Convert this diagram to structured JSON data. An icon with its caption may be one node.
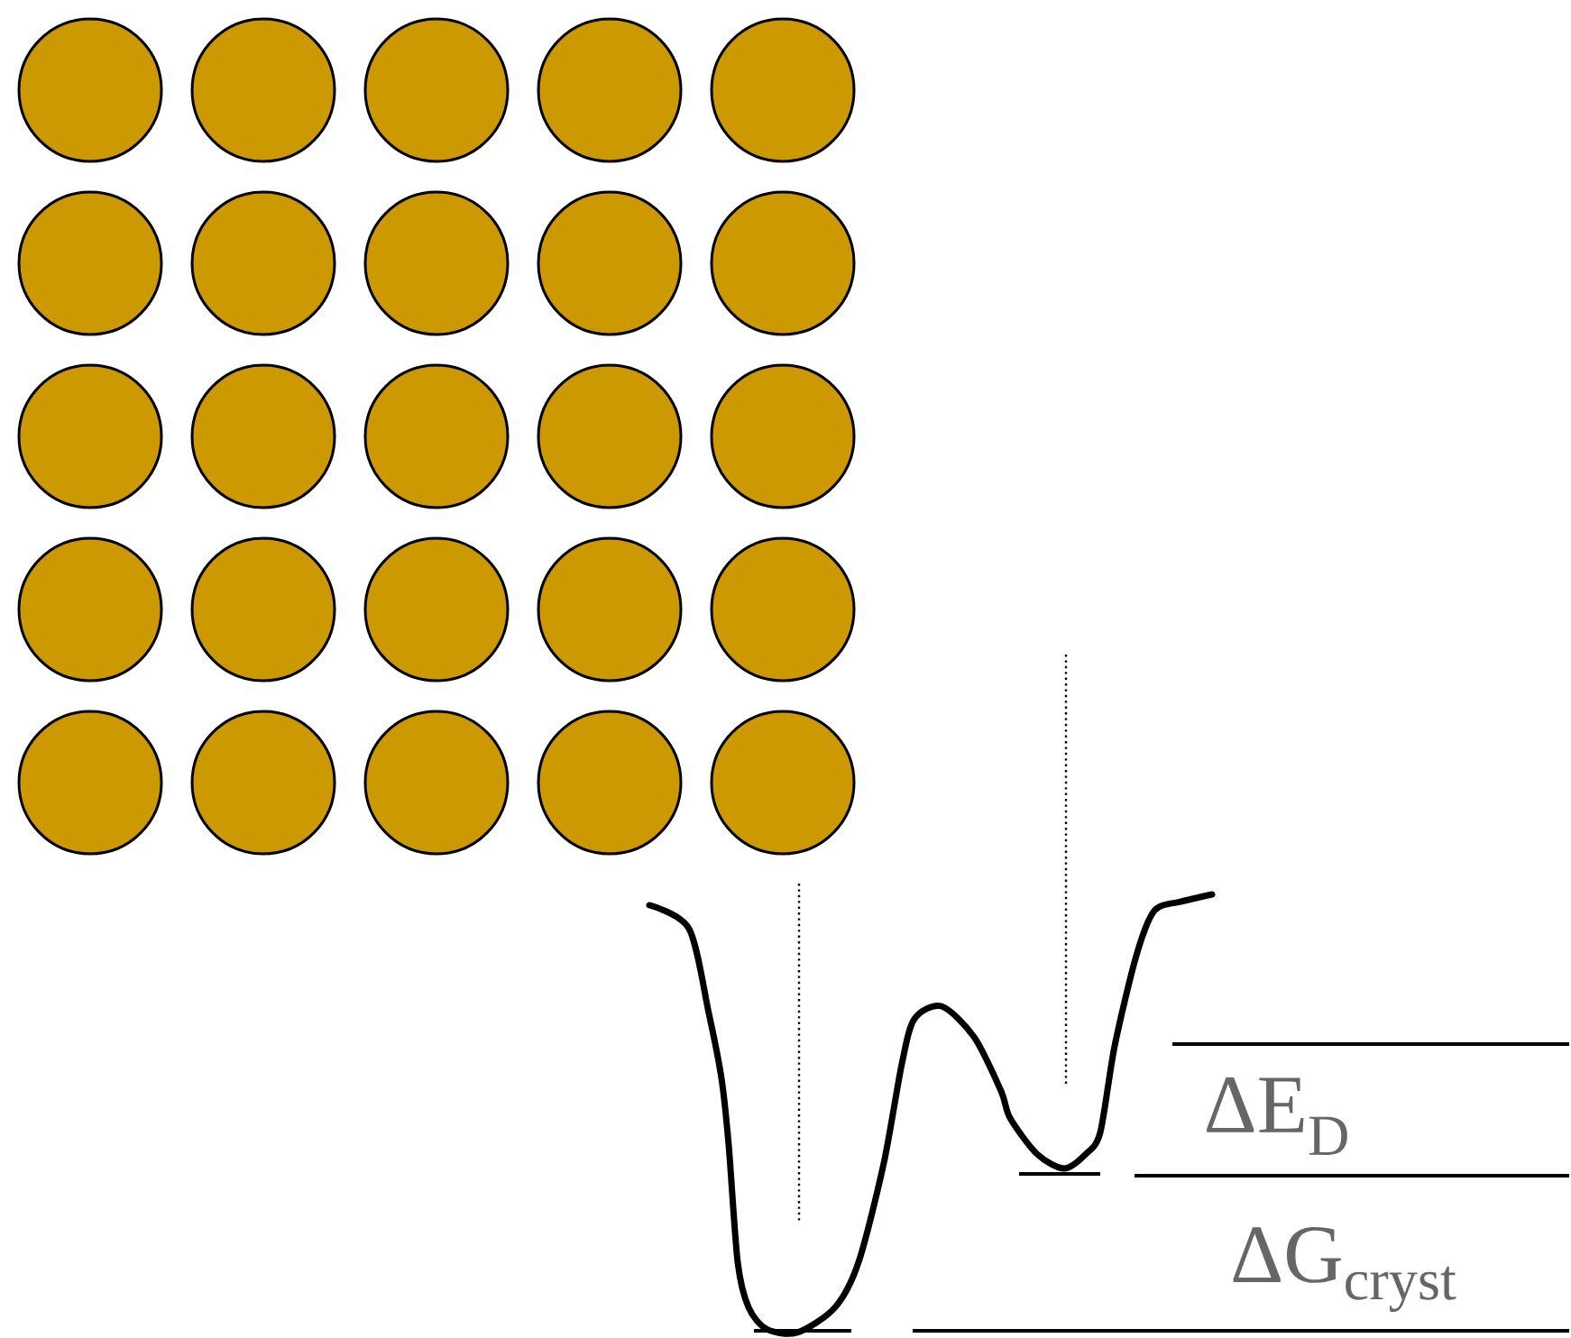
{
  "diagram": {
    "nodes": [
      {
        "text": [],
        "shape": "circle"
      },
      {
        "text": [],
        "shape": "circle"
      },
      {
        "text": [],
        "shape": "circle"
      },
      {
        "text": [],
        "shape": "circle"
      },
      {
        "text": [],
        "shape": "circle"
      },
      {
        "text": [],
        "shape": "circle"
      },
      {
        "text": [],
        "shape": "circle"
      },
      {
        "text": [],
        "shape": "circle"
      },
      {
        "text": [],
        "shape": "circle"
      },
      {
        "text": [],
        "shape": "circle"
      },
      {
        "text": [],
        "shape": "circle"
      },
      {
        "text": [],
        "shape": "circle"
      },
      {
        "text": [],
        "shape": "circle"
      },
      {
        "text": [],
        "shape": "circle"
      },
      {
        "text": [],
        "shape": "circle"
      },
      {
        "text": [],
        "shape": "circle"
      },
      {
        "text": [],
        "shape": "circle"
      },
      {
        "text": [],
        "shape": "circle"
      },
      {
        "text": [],
        "shape": "circle"
      },
      {
        "text": [],
        "shape": "circle"
      },
      {
        "text": [],
        "shape": "circle"
      },
      {
        "text": [],
        "shape": "circle"
      },
      {
        "text": [],
        "shape": "circle"
      },
      {
        "text": [],
        "shape": "circle"
      },
      {
        "text": [],
        "shape": "circle"
      }
    ],
    "labels": [
      "ΔE$_{D}$",
      "ΔG$_{cryst}$"
    ]
  }
}
